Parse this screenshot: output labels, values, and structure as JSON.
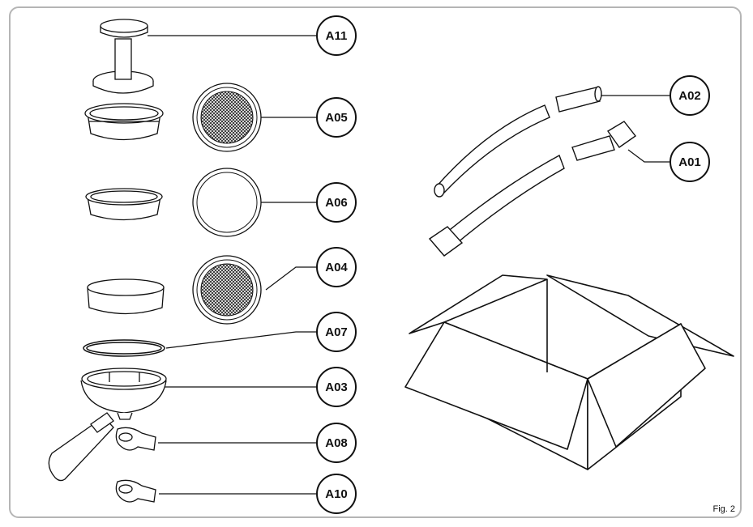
{
  "labels": {
    "a11": "A11",
    "a05": "A05",
    "a06": "A06",
    "a04": "A04",
    "a07": "A07",
    "a03": "A03",
    "a08": "A08",
    "a10": "A10",
    "a02": "A02",
    "a01": "A01"
  },
  "figure_caption": "Fig. 2"
}
